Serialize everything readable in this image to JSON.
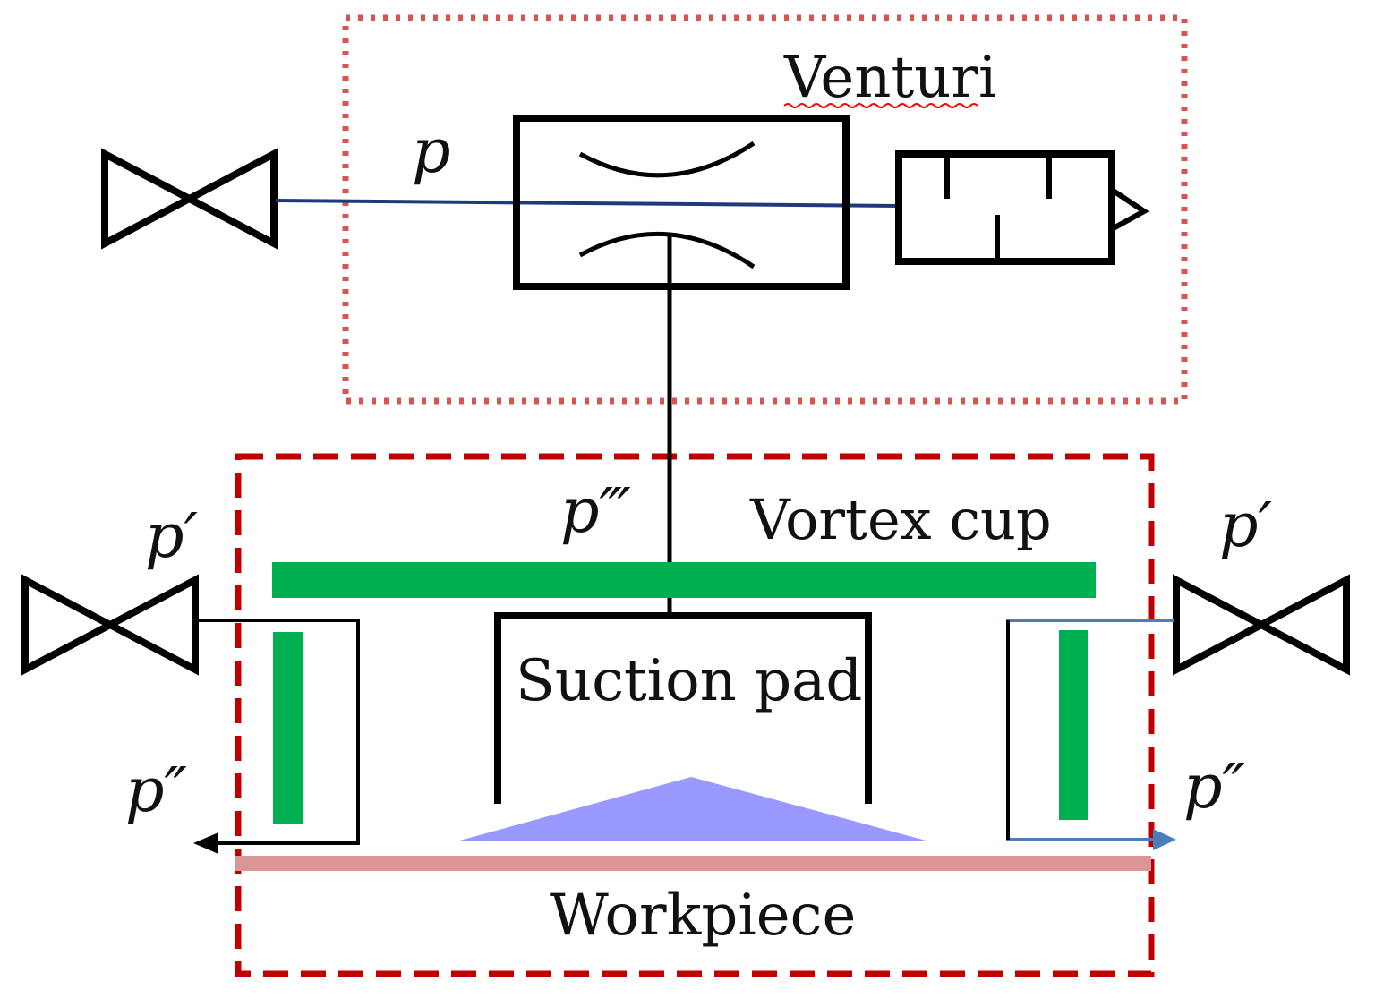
{
  "labels": {
    "venturi": "Venturi",
    "vortex_cup": "Vortex cup",
    "suction_pad": "Suction pad",
    "workpiece": "Workpiece"
  },
  "pressures": {
    "p": "p",
    "p_prime_left": "p′",
    "p_prime_right": "p′",
    "p_double_left": "p″",
    "p_double_right": "p″",
    "p_triple": "p‴"
  },
  "colors": {
    "venturi_box": "#d9534f",
    "vortex_box": "#c00000",
    "green_plates": "#00b050",
    "workpiece": "#d99694",
    "triangle": "#9999ff",
    "supply_line": "#1f3a7a",
    "right_line": "#4a7ebb",
    "outline": "#000000",
    "squiggle": "#ff0000"
  }
}
